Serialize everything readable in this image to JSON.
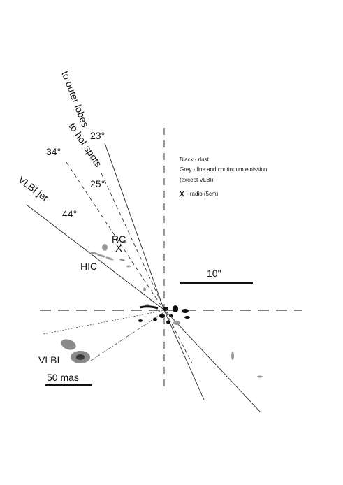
{
  "labels": {
    "to_outer_lobes": "to outer lobes",
    "to_hot_spots": "to hot spots",
    "vlbi_jet": "VLBI jet",
    "angle_23": "23°",
    "angle_34": "34°",
    "angle_25": "25°",
    "angle_44": "44°",
    "rc": "RC",
    "hic": "HIC",
    "vlbi": "VLBI",
    "scale_10arcsec": "10\"",
    "scale_50mas": "50 mas"
  },
  "legend": {
    "line1": "Black - dust",
    "line2": "Grey - line and continuum emission",
    "line3": "(except VLBI)",
    "radio_marker": "X",
    "radio_text": "- radio (5cm)"
  },
  "colors": {
    "dust": "#111111",
    "emission": "#9a9a9a",
    "vlbi_outer": "#8a8a8a",
    "vlbi_inner": "#3a3a3a"
  }
}
